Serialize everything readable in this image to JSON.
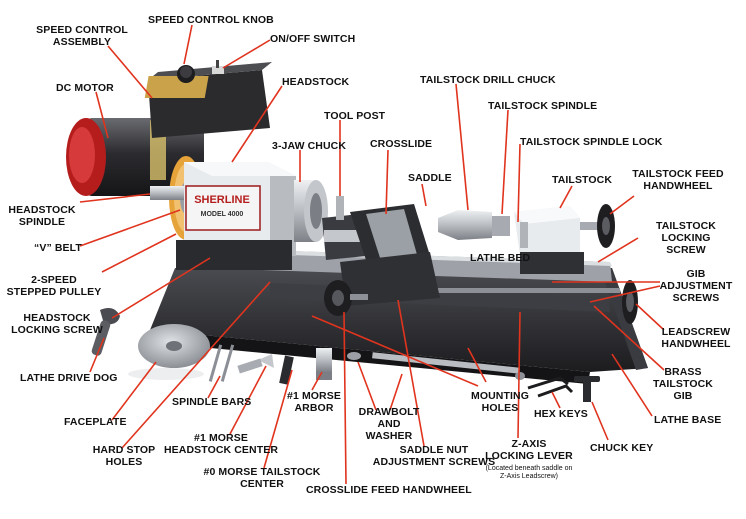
{
  "colors": {
    "leader": "#e0341e",
    "label": "#111111",
    "base": "#2a2a2d",
    "metal": "#c9ccd0",
    "motor_red": "#c82020"
  },
  "product": {
    "brand": "SHERLINE",
    "model": "MODEL 4000"
  },
  "labels": {
    "speed_control_knob": "SPEED CONTROL KNOB",
    "speed_control_assembly": "SPEED CONTROL\nASSEMBLY",
    "on_off_switch": "ON/OFF SWITCH",
    "dc_motor": "DC MOTOR",
    "headstock": "HEADSTOCK",
    "tailstock_drill_chuck": "TAILSTOCK DRILL CHUCK",
    "tool_post": "TOOL POST",
    "tailstock_spindle": "TAILSTOCK SPINDLE",
    "three_jaw_chuck": "3-JAW CHUCK",
    "crosslide": "CROSSLIDE",
    "tailstock_spindle_lock": "TAILSTOCK SPINDLE LOCK",
    "saddle": "SADDLE",
    "tailstock": "TAILSTOCK",
    "tailstock_feed_handwheel": "TAILSTOCK FEED\nHANDWHEEL",
    "headstock_spindle": "HEADSTOCK\nSPINDLE",
    "tailstock_locking_screw": "TAILSTOCK\nLOCKING\nSCREW",
    "v_belt": "“V” BELT",
    "lathe_bed": "LATHE BED",
    "gib_adjustment_screws": "GIB\nADJUSTMENT\nSCREWS",
    "two_speed_pulley": "2-SPEED\nSTEPPED PULLEY",
    "headstock_locking_screw": "HEADSTOCK\nLOCKING SCREW",
    "leadscrew_handwheel": "LEADSCREW\nHANDWHEEL",
    "lathe_drive_dog": "LATHE DRIVE DOG",
    "brass_tailstock_gib": "BRASS\nTAILSTOCK\nGIB",
    "mounting_holes": "MOUNTING\nHOLES",
    "spindle_bars": "SPINDLE BARS",
    "faceplate": "FACEPLATE",
    "drawbolt_washer": "DRAWBOLT AND\nWASHER",
    "hex_keys": "HEX KEYS",
    "lathe_base": "LATHE BASE",
    "morse1_headstock_center": "#1 MORSE\nHEADSTOCK CENTER",
    "morse1_arbor": "#1 MORSE\nARBOR",
    "chuck_key": "CHUCK KEY",
    "hard_stop_holes": "HARD STOP\nHOLES",
    "saddle_nut_screws": "SADDLE NUT\nADJUSTMENT SCREWS",
    "z_axis_lever": "Z-AXIS\nLOCKING LEVER",
    "z_axis_note": "(Located beneath saddle on\nZ-Axis Leadscrew)",
    "morse0_tailstock_center": "#0 MORSE TAILSTOCK\nCENTER",
    "crosslide_feed_handwheel": "CROSSLIDE FEED HANDWHEEL"
  }
}
